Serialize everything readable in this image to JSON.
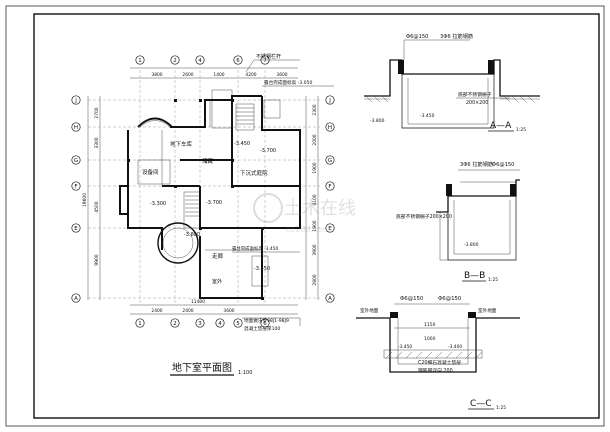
{
  "plan": {
    "title": "地下室平面图",
    "scale": "1:100",
    "grid_top": [
      "1",
      "2",
      "4",
      "6",
      "7"
    ],
    "grid_bottom": [
      "1",
      "2",
      "3",
      "4",
      "5",
      "6"
    ],
    "grid_left": [
      "J",
      "H",
      "G",
      "F",
      "E",
      "A"
    ],
    "grid_right": [
      "J",
      "H",
      "G",
      "F",
      "E",
      "A"
    ],
    "dims_top": [
      "3800",
      "2600",
      "1400",
      "4200",
      "3600"
    ],
    "dims_bottom": [
      "2400",
      "2400",
      "3600",
      "11400"
    ],
    "dims_left": [
      "2700",
      "3300",
      "19600",
      "4500",
      "9900"
    ],
    "dims_right": [
      "2300",
      "2000",
      "1900",
      "4100",
      "1900",
      "3900",
      "2800"
    ],
    "rooms": [
      "设备间",
      "地下车库",
      "储藏",
      "下沉式庭院",
      "走廊",
      "室外"
    ],
    "notes": [
      "不锈钢栏杆",
      "露台完成面标高 -3.050",
      "地面做法参98J1-98J9",
      "混凝土垫层厚100",
      "露台完成面标高 -3.450"
    ],
    "levels": [
      "-3.450",
      "-3.300",
      "-3.700",
      "-3.450",
      "-3.800",
      "-3.700"
    ]
  },
  "section_a": {
    "label": "A—A",
    "scale": "1:25",
    "callouts": [
      "Φ6@150",
      "3Φ6 拉筋钢筋",
      "底部不锈钢栅子",
      "200×200"
    ],
    "levels": [
      "-3.800",
      "-3.450"
    ]
  },
  "section_b": {
    "label": "B—B",
    "scale": "1:25",
    "callouts": [
      "3Φ6 拉筋钢筋",
      "Φ6@150",
      "底部不锈钢栅子200×200"
    ],
    "levels": [
      "-3.800"
    ]
  },
  "section_c": {
    "label": "C—C",
    "scale": "1:25",
    "callouts": [
      "Φ6@150",
      "Φ6@150",
      "室外地面",
      "室外地面",
      "C20细石混凝土垫层",
      "钢筋网双向 200"
    ],
    "dims": [
      "1150",
      "1000"
    ],
    "levels": [
      "-3.450",
      "-3.400"
    ]
  },
  "watermark": {
    "text": "土木在线",
    "url": "co188.com"
  }
}
